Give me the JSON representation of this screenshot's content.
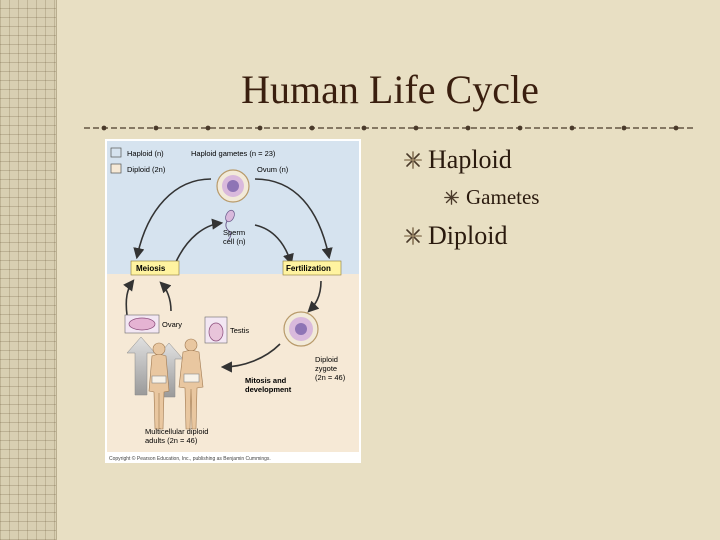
{
  "slide": {
    "title": "Human Life Cycle"
  },
  "bullets": [
    {
      "level": 1,
      "text": "Haploid"
    },
    {
      "level": 2,
      "text": "Gametes"
    },
    {
      "level": 1,
      "text": "Diploid"
    }
  ],
  "figure": {
    "legend": {
      "haploid": "Haploid (n)",
      "diploid": "Diploid (2n)"
    },
    "labels": {
      "haploid_gametes": "Haploid gametes (n = 23)",
      "ovum": "Ovum (n)",
      "sperm_line1": "Sperm",
      "sperm_line2": "cell (n)",
      "meiosis": "Meiosis",
      "fertilization": "Fertilization",
      "ovary": "Ovary",
      "testis": "Testis",
      "zygote_line1": "Diploid",
      "zygote_line2": "zygote",
      "zygote_line3": "(2n = 46)",
      "mitosis_line1": "Mitosis and",
      "mitosis_line2": "development",
      "adults_line1": "Multicellular diploid",
      "adults_line2": "adults (2n = 46)",
      "copyright": "Copyright © Pearson Education, Inc., publishing as Benjamin Cummings."
    },
    "colors": {
      "haploid_region": "#d6e3ef",
      "diploid_region": "#f6e9d6",
      "label_box": "#fff3a0",
      "arrow": "#333333",
      "cell_fill": "#d9b9dc",
      "cell_nucleus": "#8e74b5"
    }
  },
  "theme": {
    "background": "#e8dfc3",
    "title_color": "#3a1f0f",
    "text_color": "#2a1a0e"
  }
}
